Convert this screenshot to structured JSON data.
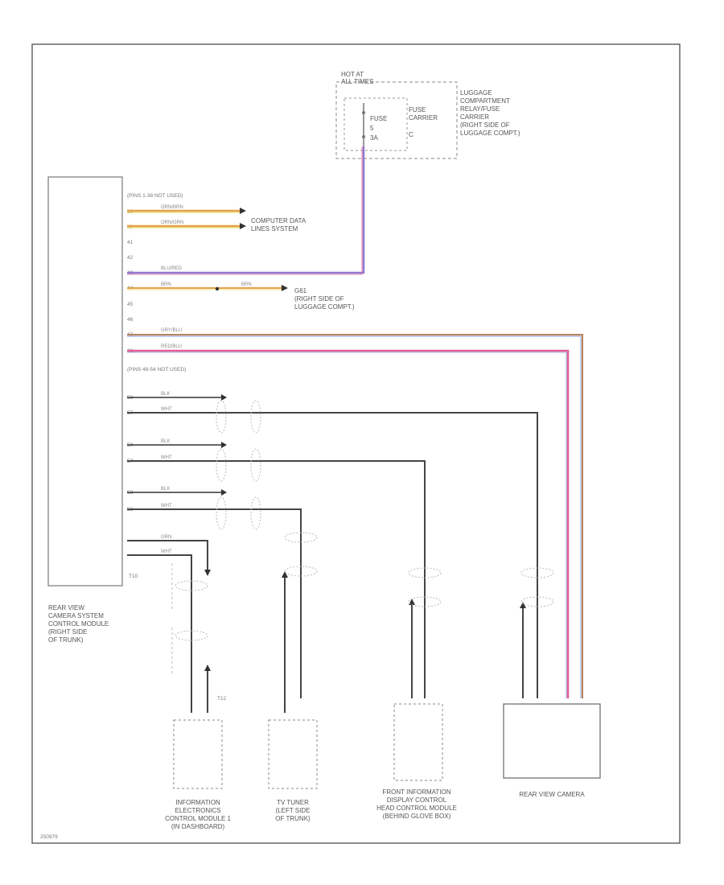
{
  "fuse_block": {
    "hot_at": "HOT AT",
    "all_times": "ALL TIMES",
    "fuse_label": "FUSE",
    "fuse_number": "5",
    "fuse_amps": "3A",
    "fuse_carrier": "FUSE\nCARRIER",
    "carrier_code": "C",
    "relay_label": "LUGGAGE\nCOMPARTMENT\nRELAY/FUSE\nCARRIER\n(RIGHT SIDE OF\nLUGGAGE COMPT.)"
  },
  "module": {
    "name": "REAR VIEW\nCAMERA SYSTEM\nCONTROL MODULE\n(RIGHT SIDE\nOF TRUNK)",
    "connector": "T10"
  },
  "pins": {
    "unused_top": "(PINS  1-38 NOT USED)",
    "unused_mid": "(PINS  49-54 NOT USED)",
    "p39": "39",
    "p40": "40",
    "p41": "41",
    "p42": "42",
    "p43": "43",
    "p44": "44",
    "p45": "45",
    "p46": "46",
    "p47": "47",
    "p48": "48",
    "s1": "58",
    "s2": "57",
    "s3": "59",
    "s4": "57",
    "s5": "58",
    "s6": "56"
  },
  "wires": {
    "w39": "ORN/BRN",
    "w40": "ORN/GRN",
    "w43": "BLU/RED",
    "w44": "BRN",
    "w44b": "BRN",
    "w47": "GRY/BLU",
    "w48": "RED/BLU",
    "blk": "BLK",
    "wht": "WHT",
    "grn": "GRN"
  },
  "labels": {
    "computer_data": "COMPUTER DATA\nLINES SYSTEM",
    "ground": "G61\n(RIGHT SIDE OF\nLUGGAGE COMPT.)",
    "iecm": "INFORMATION\nELECTRONICS\nCONTROL MODULE 1\n(IN DASHBOARD)",
    "iecm_conn": "T12",
    "tv_tuner": "TV TUNER\n(LEFT SIDE\nOF TRUNK)",
    "front_display": "FRONT INFORMATION\nDISPLAY CONTROL\nHEAD CONTROL MODULE\n(BEHIND GLOVE BOX)",
    "rear_camera": "REAR VIEW CAMERA",
    "ref": "250979"
  },
  "colors": {
    "orange": "#e5a24a",
    "yellow": "#e8d85a",
    "purple": "#8f7ad0",
    "pink": "#e05d96",
    "brown": "#b8835a",
    "blue": "#8f9ad8",
    "black": "#333333",
    "frame": "#666666"
  }
}
